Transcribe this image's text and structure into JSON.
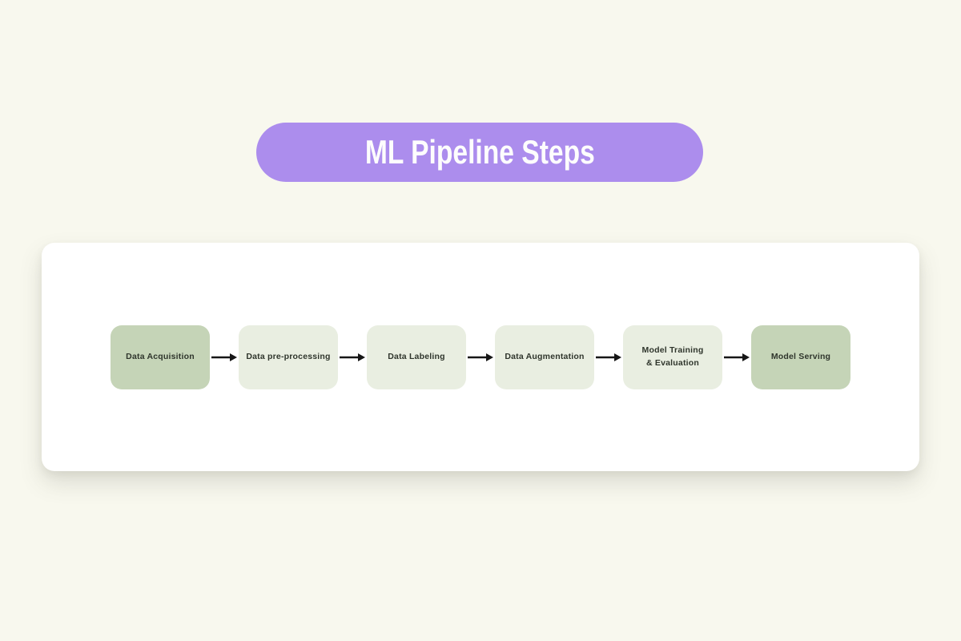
{
  "title": {
    "label": "ML Pipeline Steps",
    "bg_color": "#ac8ded",
    "text_color": "#fdfdfd"
  },
  "diagram": {
    "steps": [
      {
        "label": "Data Acquisition",
        "variant": "accent"
      },
      {
        "label": "Data pre-processing",
        "variant": "light"
      },
      {
        "label": "Data Labeling",
        "variant": "light"
      },
      {
        "label": "Data Augmentation",
        "variant": "light"
      },
      {
        "label": "Model Training\n& Evaluation",
        "variant": "light"
      },
      {
        "label": "Model Serving",
        "variant": "accent"
      }
    ],
    "colors": {
      "accent_fill": "#c5d4b7",
      "light_fill": "#e9eee1",
      "arrow": "#161616",
      "step_text": "#2f352c",
      "card_bg": "#ffffff",
      "page_bg": "#f8f8ee"
    }
  }
}
